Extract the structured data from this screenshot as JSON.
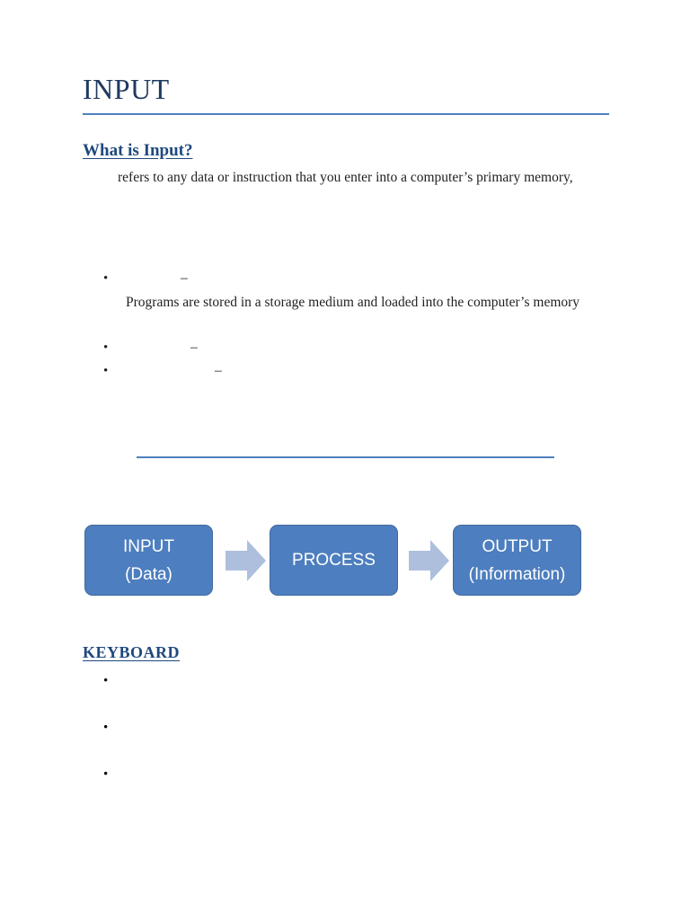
{
  "document": {
    "title": "INPUT"
  },
  "what_is_input": {
    "heading": "What is Input?",
    "intro": "refers to any data or instruction that you enter into a computer’s primary memory,",
    "bullet_glyph": "•",
    "items": [
      {
        "dash": "–",
        "note": "Programs are stored in a storage medium and loaded into the computer’s memory"
      },
      {
        "dash": "–",
        "note": ""
      },
      {
        "dash": "–",
        "note": ""
      }
    ]
  },
  "flow_diagram": {
    "boxes": [
      {
        "line1": "INPUT",
        "line2": "(Data)"
      },
      {
        "line1": "PROCESS",
        "line2": ""
      },
      {
        "line1": "OUTPUT",
        "line2": "(Information)"
      }
    ],
    "arrow_icon": "block-arrow-right",
    "colors": {
      "box_fill": "#4d7ebf",
      "box_border": "#41699f",
      "box_text": "#ffffff",
      "arrow_fill": "#aebfde"
    }
  },
  "keyboard": {
    "heading": "KEYBOARD",
    "bullet_glyph": "•",
    "items": [
      "",
      "",
      ""
    ]
  },
  "colors": {
    "title_text": "#1f3a60",
    "heading_text": "#1f497d",
    "rule": "#4f81bd",
    "body_text": "#1f1f1f",
    "page_background": "#ffffff"
  }
}
